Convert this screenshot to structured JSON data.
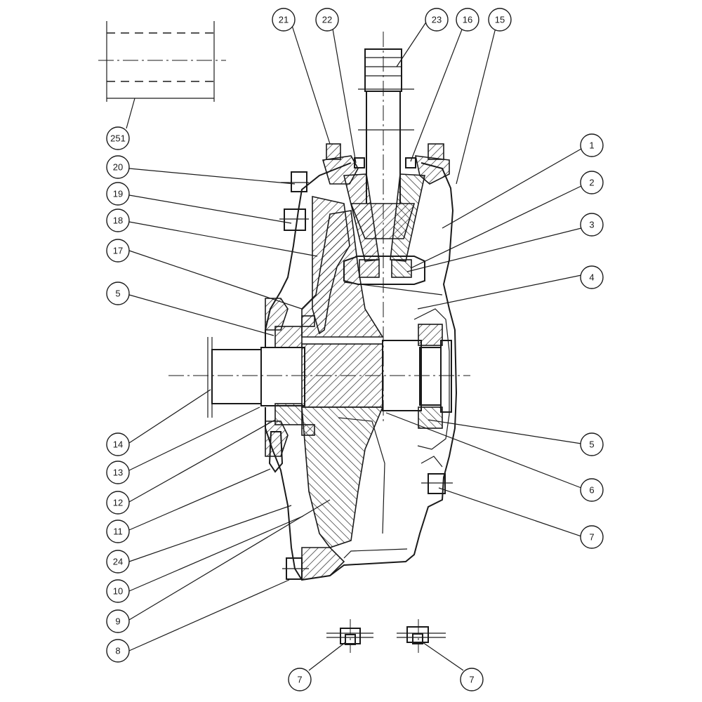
{
  "callouts": [
    {
      "id": "c251",
      "text": "251"
    },
    {
      "id": "c21",
      "text": "21"
    },
    {
      "id": "c22",
      "text": "22"
    },
    {
      "id": "c23",
      "text": "23"
    },
    {
      "id": "c16",
      "text": "16"
    },
    {
      "id": "c15",
      "text": "15"
    },
    {
      "id": "c1",
      "text": "1"
    },
    {
      "id": "c2",
      "text": "2"
    },
    {
      "id": "c3",
      "text": "3"
    },
    {
      "id": "c4",
      "text": "4"
    },
    {
      "id": "c20",
      "text": "20"
    },
    {
      "id": "c19",
      "text": "19"
    },
    {
      "id": "c18",
      "text": "18"
    },
    {
      "id": "c17",
      "text": "17"
    },
    {
      "id": "c5a",
      "text": "5"
    },
    {
      "id": "c5b",
      "text": "5"
    },
    {
      "id": "c6",
      "text": "6"
    },
    {
      "id": "c7a",
      "text": "7"
    },
    {
      "id": "c14",
      "text": "14"
    },
    {
      "id": "c13",
      "text": "13"
    },
    {
      "id": "c12",
      "text": "12"
    },
    {
      "id": "c11",
      "text": "11"
    },
    {
      "id": "c24",
      "text": "24"
    },
    {
      "id": "c10",
      "text": "10"
    },
    {
      "id": "c9",
      "text": "9"
    },
    {
      "id": "c8",
      "text": "8"
    },
    {
      "id": "c7b",
      "text": "7"
    },
    {
      "id": "c7c",
      "text": "7"
    }
  ]
}
